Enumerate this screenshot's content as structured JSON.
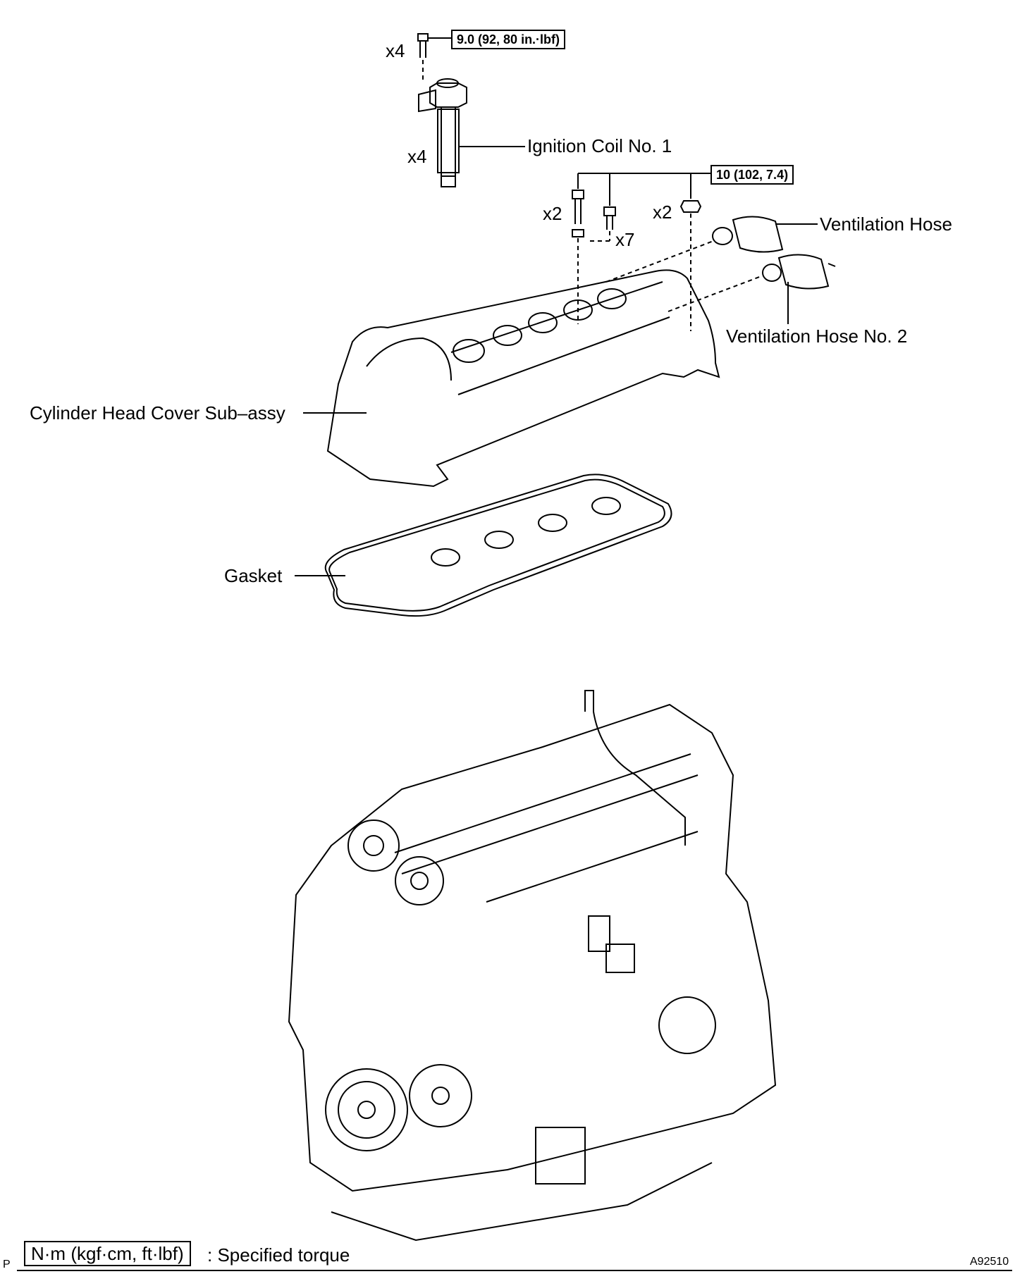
{
  "labels": {
    "ignition_coil": "Ignition Coil No. 1",
    "ventilation_hose": "Ventilation Hose",
    "ventilation_hose_2": "Ventilation Hose No. 2",
    "cylinder_head_cover": "Cylinder Head Cover Sub–assy",
    "gasket": "Gasket"
  },
  "quantities": {
    "coil_bolt": "x4",
    "coil": "x4",
    "stud_bolt": "x2",
    "bolt": "x7",
    "nut": "x2"
  },
  "torque": {
    "coil_bolt": "9.0 (92, 80 in.·lbf)",
    "cover": "10 (102, 7.4)"
  },
  "legend": {
    "marker": "P",
    "unit_box": "N·m (kgf·cm, ft·lbf)",
    "description": ": Specified torque"
  },
  "figure_id": "A92510"
}
